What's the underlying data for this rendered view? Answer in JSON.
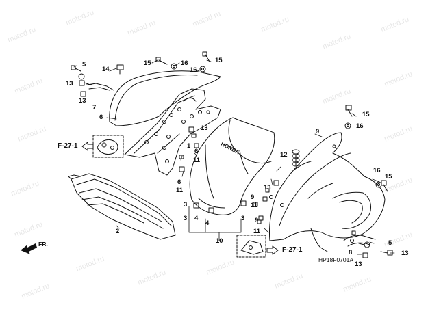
{
  "watermark_text": "motod.ru",
  "drawing_code": "HP18F0701A",
  "direction_label": "FR.",
  "ref_labels": [
    "F-27-1",
    "F-27-1"
  ],
  "brand_text": "HONDA",
  "part_labels": {
    "p1": "1",
    "p2": "2",
    "p3a": "3",
    "p3b": "3",
    "p3c": "3",
    "p4a": "4",
    "p4b": "4",
    "p5a": "5",
    "p5b": "5",
    "p6a": "6",
    "p6b": "6",
    "p6c": "6",
    "p7": "7",
    "p8": "8",
    "p9a": "9",
    "p9b": "9",
    "p9c": "9",
    "p10": "10",
    "p11a": "11",
    "p11b": "11",
    "p11c": "11",
    "p11d": "11",
    "p12": "12",
    "p13a": "13",
    "p13b": "13",
    "p13c": "13",
    "p13d": "13",
    "p13e": "13",
    "p13f": "13",
    "p14": "14",
    "p15a": "15",
    "p15b": "15",
    "p15c": "15",
    "p15d": "15",
    "p16a": "16",
    "p16b": "16",
    "p16c": "16",
    "p16d": "16"
  }
}
